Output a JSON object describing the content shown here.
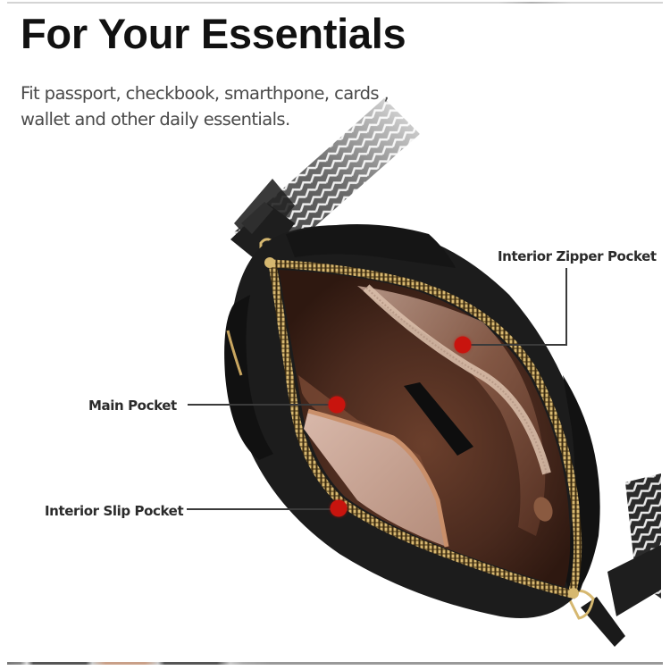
{
  "header": {
    "title": "For Your Essentials",
    "subtitle": "Fit passport, checkbook, smarthpone, cards , wallet and other daily essentials."
  },
  "product": {
    "description": "Black pebbled leather crossbody camera bag, unzipped, showing tan/brown lined interior with gold zipper and chevron pattern strap",
    "colors": {
      "leather": "#1c1c1c",
      "lining_dark": "#4a2a1e",
      "lining_light": "#c9a898",
      "zipper": "#c9a660",
      "strap_pattern": "#e8e8e8"
    }
  },
  "callouts": [
    {
      "id": "interior-zipper-pocket",
      "label": "Interior Zipper Pocket"
    },
    {
      "id": "main-pocket",
      "label": "Main Pocket"
    },
    {
      "id": "interior-slip-pocket",
      "label": "Interior Slip Pocket"
    }
  ],
  "style": {
    "hotspot_color": "#c8140e",
    "leader_color": "#3a3a3a"
  }
}
